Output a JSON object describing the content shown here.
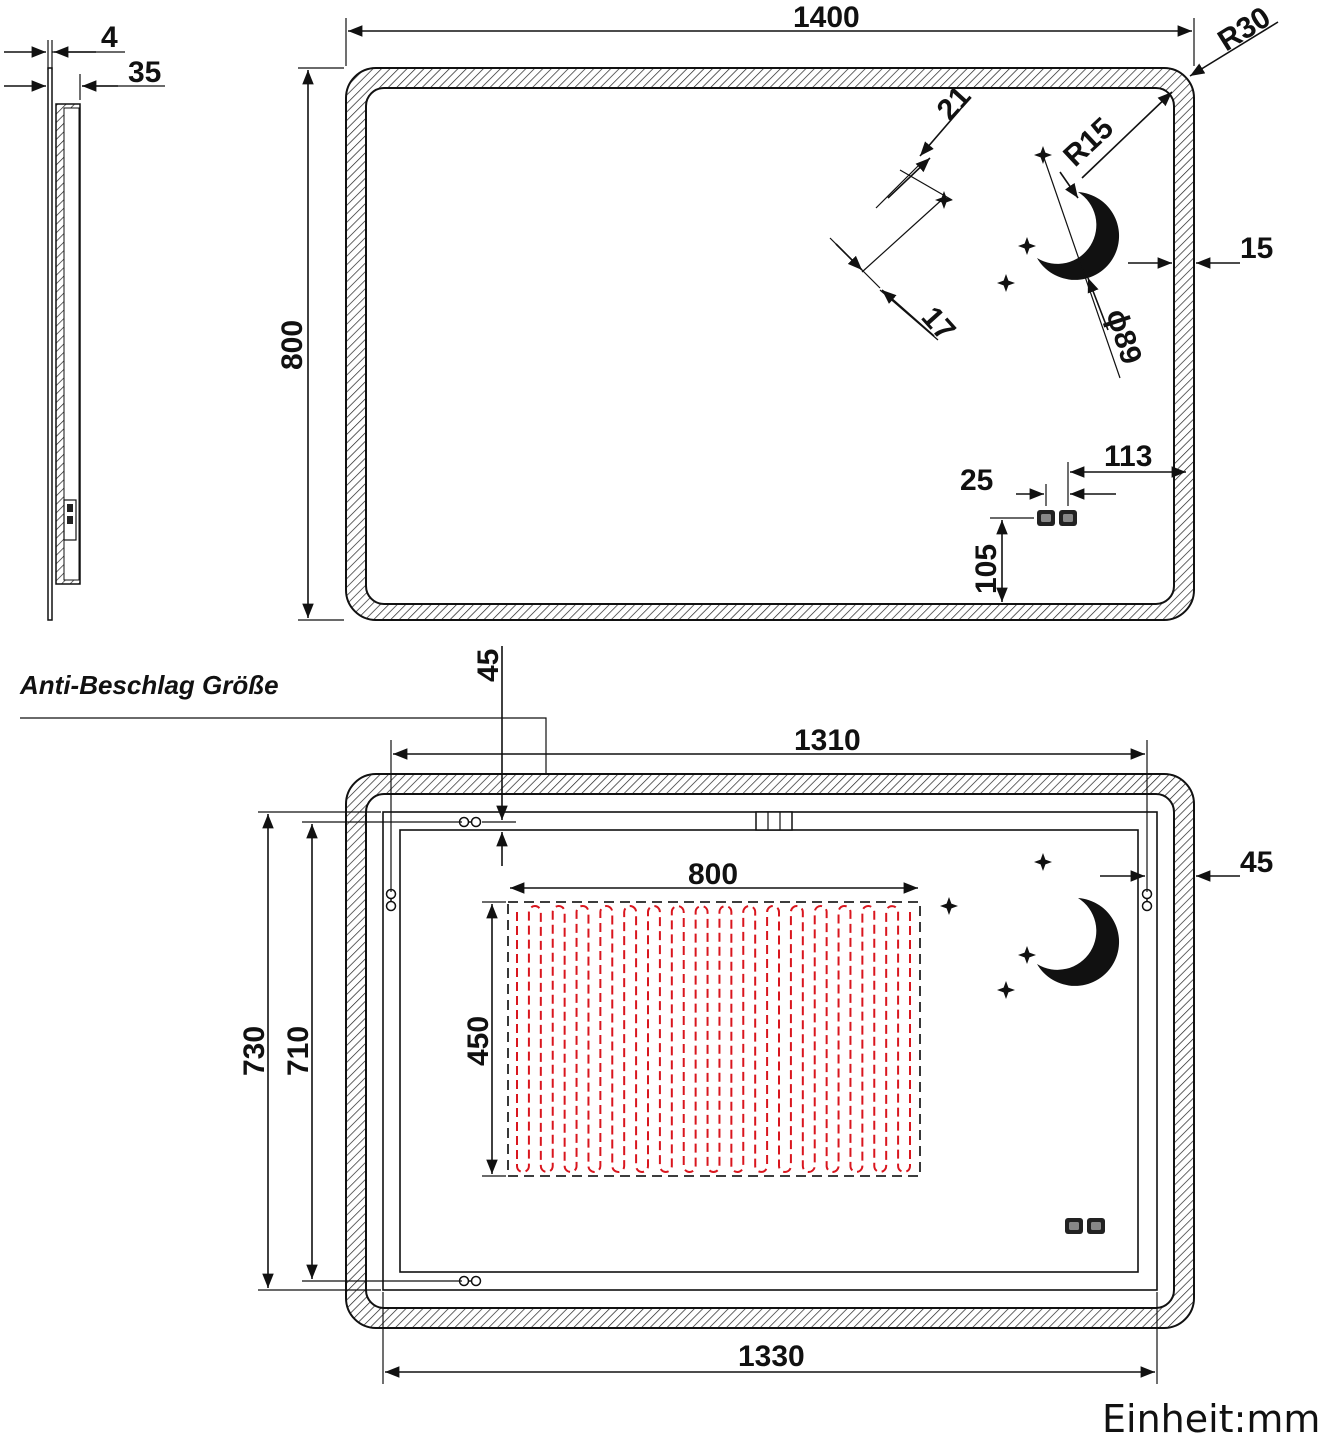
{
  "side_view": {
    "thickness_glass": "4",
    "thickness_total": "35"
  },
  "front_view": {
    "width": "1400",
    "height": "800",
    "corner_radius_outer": "R30",
    "corner_radius_inner": "R15",
    "frame_width": "15",
    "star_size": "21",
    "star_offset": "17",
    "moon_diameter": "ϕ89",
    "button_spacing": "25",
    "button_offset_right": "113",
    "button_offset_bottom": "105"
  },
  "anti_fog": {
    "title": "Anti-Beschlag Größe",
    "top_offset": "45",
    "right_offset": "45",
    "inner_width": "1310",
    "outer_width": "1330",
    "outer_height": "730",
    "inner_height": "710",
    "pad_width": "800",
    "pad_height": "450",
    "pad_color": "#d9161e"
  },
  "unit_label": "Einheit:mm"
}
